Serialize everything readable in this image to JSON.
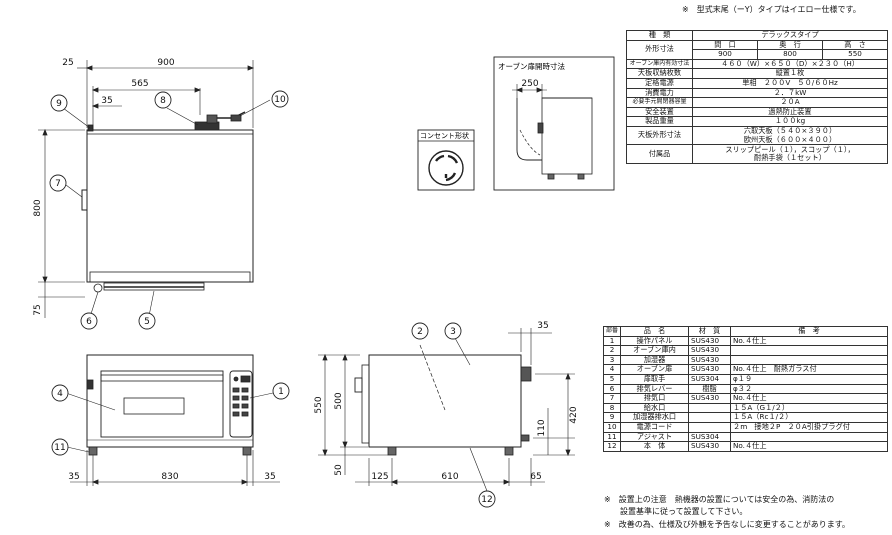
{
  "notes": {
    "top": "※　型式末尾（ーY）タイプはイエロー仕様です。",
    "bottom": [
      "※　設置上の注意　熱機器の設置については安全の為、消防法の",
      "　　設置基準に従って設置して下さい。",
      "※　改善の為、仕様及び外観を予告なしに変更することがあります。"
    ]
  },
  "spec": {
    "h_kind": "種　類",
    "h_type": "デラックスタイプ",
    "outer_label": "外形寸法",
    "sub": [
      "間　口",
      "奥　行",
      "高　さ"
    ],
    "outer_vals": [
      "900",
      "800",
      "550"
    ],
    "rows": [
      {
        "label": "オーブン庫内有効寸法",
        "value": "４６０（W）×６５０（D）×２３０（H）"
      },
      {
        "label": "天板収納枚数",
        "value": "縦置１枚"
      },
      {
        "label": "定格電源",
        "value": "単相　２００V　５０/６０Hz"
      },
      {
        "label": "消費電力",
        "value": "２．７kW"
      },
      {
        "label": "必要手元開閉器容量",
        "value": "２０A"
      },
      {
        "label": "安全装置",
        "value": "過熱防止装置"
      },
      {
        "label": "製品重量",
        "value": "１００kg"
      }
    ],
    "tray_label": "天板外形寸法",
    "tray_vals": [
      "六取天板（５４０×３９０）",
      "欧州天板（６００×４００）"
    ],
    "acc_label": "付属品",
    "acc_vals": [
      "スリップピール（１），スコップ（１），",
      "耐熱手袋（１セット）"
    ]
  },
  "parts": {
    "headers": [
      "部番",
      "品　名",
      "材　質",
      "備　考"
    ],
    "rows": [
      [
        "1",
        "操作パネル",
        "SUS430",
        "No.４仕上"
      ],
      [
        "2",
        "オーブン庫内",
        "SUS430",
        ""
      ],
      [
        "3",
        "加湿器",
        "SUS430",
        ""
      ],
      [
        "4",
        "オーブン扉",
        "SUS430",
        "No.４仕上　耐熱ガラス付"
      ],
      [
        "5",
        "扉取手",
        "SUS304",
        "φ１９"
      ],
      [
        "6",
        "排気レバー",
        "樹脂",
        "φ３２"
      ],
      [
        "7",
        "排気口",
        "SUS430",
        "No.４仕上"
      ],
      [
        "8",
        "給水口",
        "",
        "１５A（G１/２）"
      ],
      [
        "9",
        "加湿器排水口",
        "",
        "１５A（Rc１/２）"
      ],
      [
        "10",
        "電源コード",
        "",
        "２m　接地２P　２０A引掛プラグ付"
      ],
      [
        "11",
        "アジャスト",
        "SUS304",
        ""
      ],
      [
        "12",
        "本　体",
        "SUS430",
        "No.４仕上"
      ]
    ]
  },
  "boxes": {
    "outlet_title": "コンセント形状",
    "door_title": "オーブン扉開時寸法",
    "door_dim": "250"
  },
  "dims": {
    "top_900": "900",
    "top_25": "25",
    "top_565": "565",
    "top_35": "35",
    "left_800": "800",
    "left_75": "75",
    "front_35a": "35",
    "front_830": "830",
    "front_35b": "35",
    "side_550": "550",
    "side_500": "500",
    "side_50": "50",
    "side_125": "125",
    "side_610": "610",
    "side_65": "65",
    "side_35": "35",
    "side_420": "420",
    "side_110": "110"
  },
  "callouts": [
    "1",
    "2",
    "3",
    "4",
    "5",
    "6",
    "7",
    "8",
    "9",
    "10",
    "11",
    "12"
  ]
}
